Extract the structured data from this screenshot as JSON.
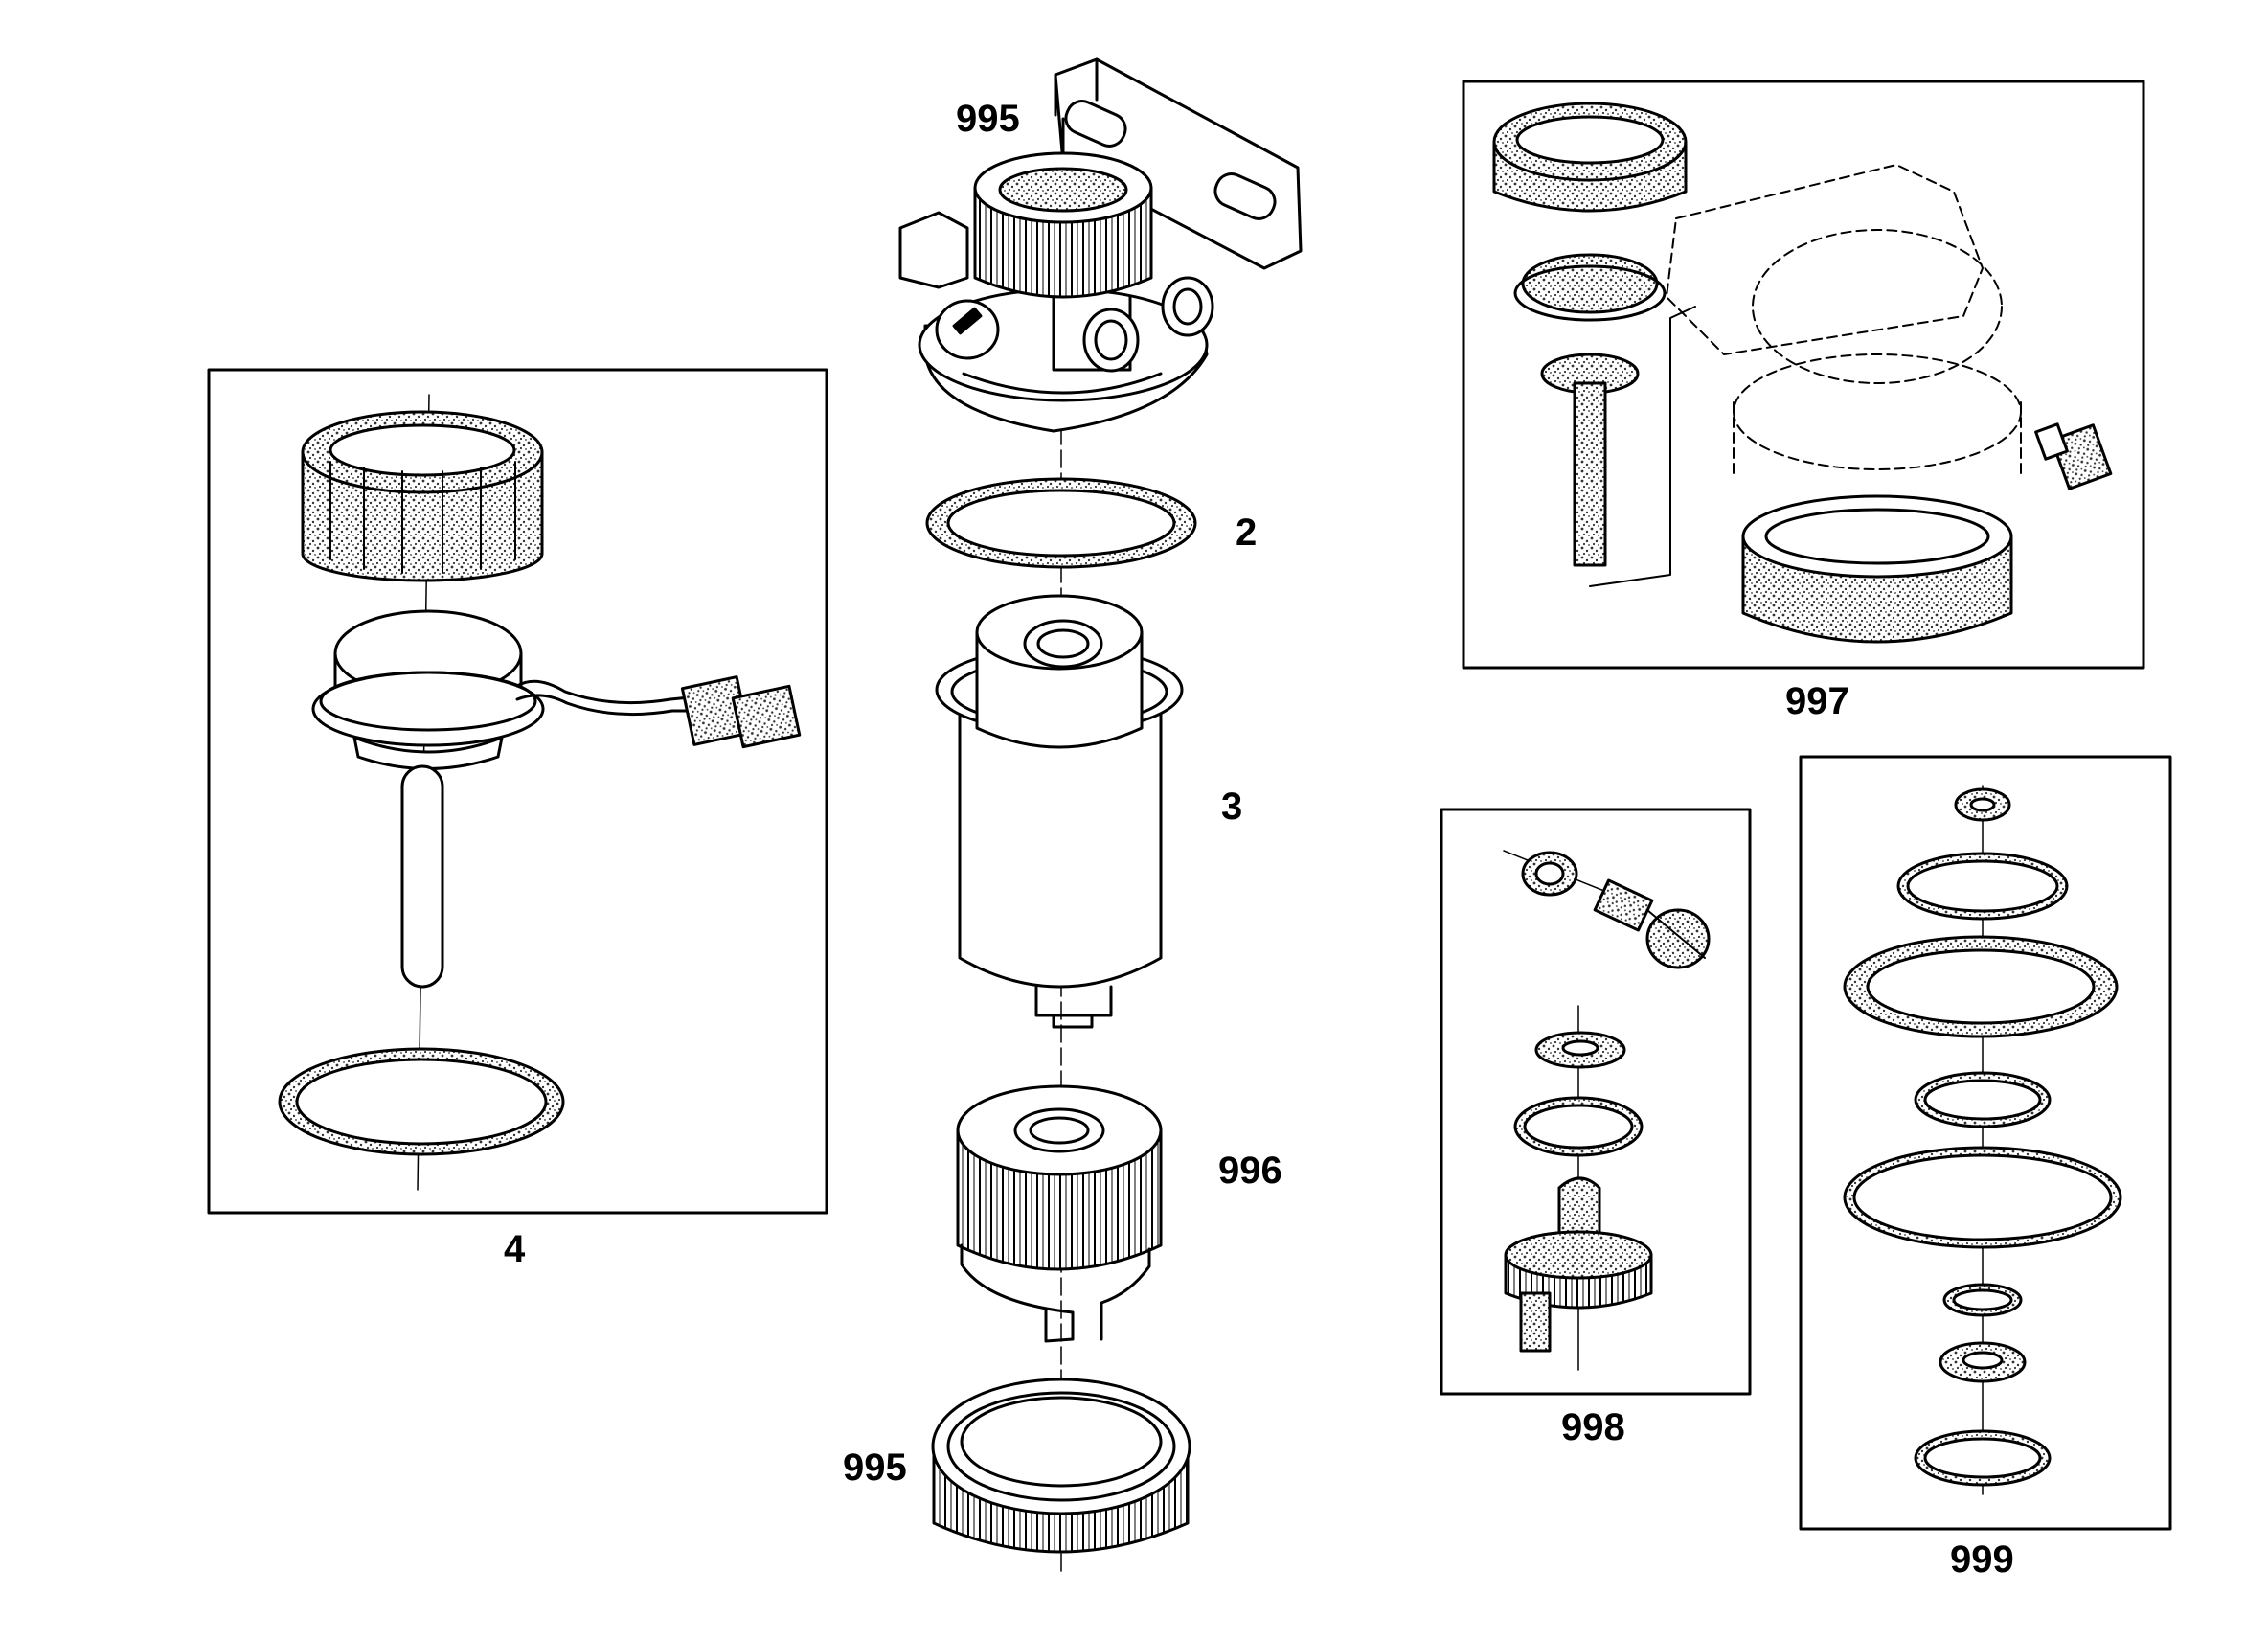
{
  "labels": {
    "head_top": "995",
    "seal": "2",
    "filter": "3",
    "bowl": "996",
    "ring_bottom": "995",
    "sensor_kit": "4",
    "head_kit": "997",
    "drain_kit": "998",
    "seal_kit": "999"
  },
  "colors": {
    "line": "#000000",
    "texture": "#555555",
    "background": "#ffffff"
  }
}
